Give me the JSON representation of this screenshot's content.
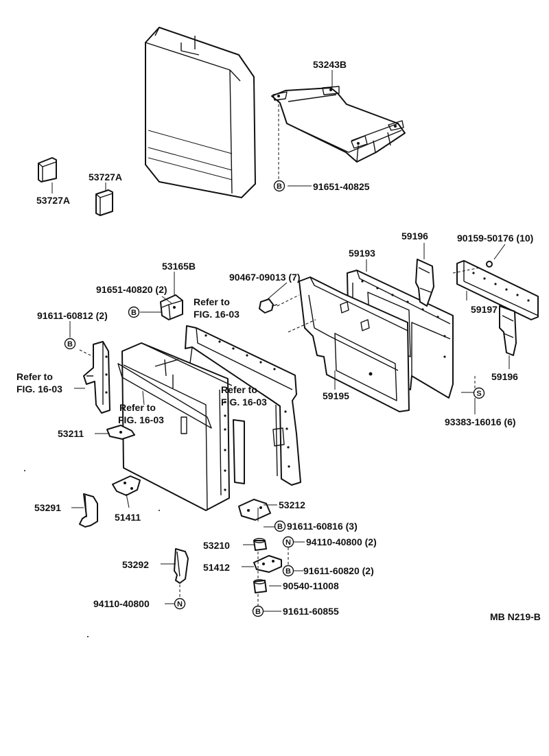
{
  "parts": {
    "p53243B": "53243B",
    "p91651_40825": "91651-40825",
    "p53727A_top": "53727A",
    "p53727A_left": "53727A",
    "p59196_top": "59196",
    "p90159": "90159-50176 (10)",
    "p59193": "59193",
    "p90467": "90467-09013 (7)",
    "p53165B": "53165B",
    "p91651_40820": "91651-40820 (2)",
    "p91611_60812": "91611-60812 (2)",
    "p59197": "59197",
    "p59195": "59195",
    "p59196_bottom": "59196",
    "p93383": "93383-16016 (6)",
    "p53211": "53211",
    "p53291": "53291",
    "p51411": "51411",
    "p53212": "53212",
    "p91611_60816": "91611-60816 (3)",
    "p53210": "53210",
    "p94110_40800_2": "94110-40800 (2)",
    "p51412": "51412",
    "p91611_60820": "91611-60820 (2)",
    "p53292": "53292",
    "p90540": "90540-11008",
    "p94110_40800": "94110-40800",
    "p91611_60855": "91611-60855"
  },
  "refs": {
    "ref_a1": "Refer to",
    "ref_a2": "FIG. 16-03",
    "ref_b1": "Refer to",
    "ref_b2": "FIG. 16-03",
    "ref_c1": "Refer to",
    "ref_c2": "FIG. 16-03",
    "ref_d1": "Refer to",
    "ref_d2": "FIG. 16-03"
  },
  "symbols": {
    "bolt": "B",
    "nut": "N",
    "screw": "S"
  },
  "drawing_code": "MB N219-B"
}
